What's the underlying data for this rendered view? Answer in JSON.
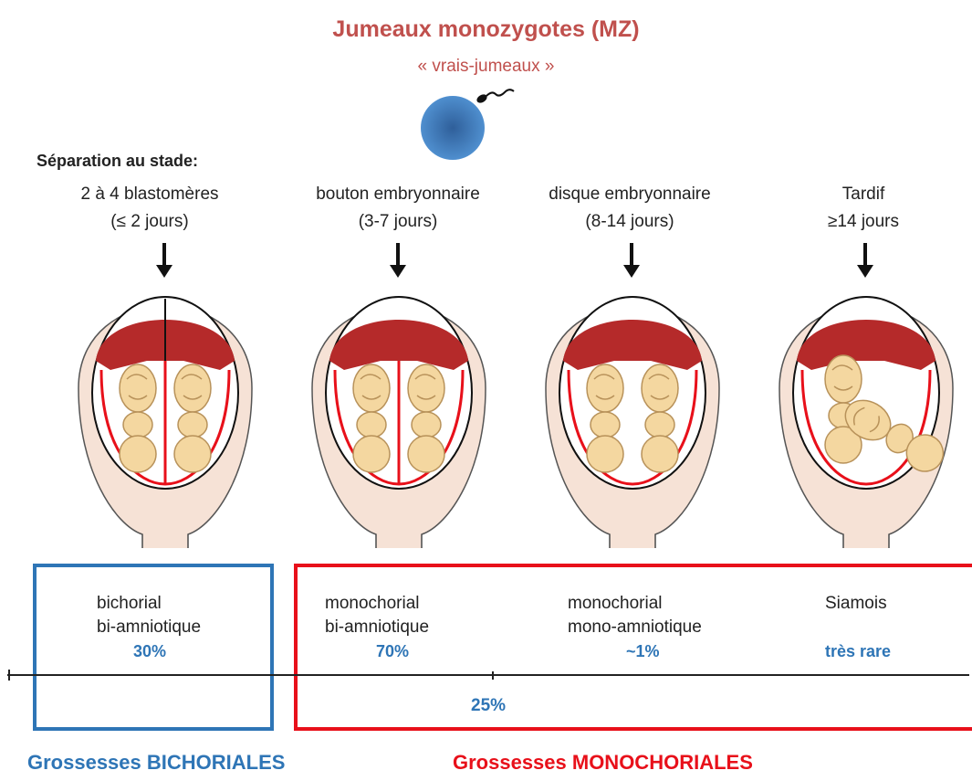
{
  "header": {
    "title": "Jumeaux monozygotes (MZ)",
    "subtitle": "« vrais-jumeaux »",
    "separation_label": "Séparation au stade:"
  },
  "stages": [
    {
      "line1": "2 à 4 blastomères",
      "line2": "(≤ 2 jours)"
    },
    {
      "line1": "bouton embryonnaire",
      "line2": "(3-7 jours)"
    },
    {
      "line1": "disque embryonnaire",
      "line2": "(8-14 jours)"
    },
    {
      "line1": "Tardif",
      "line2": "≥14 jours"
    }
  ],
  "categories": [
    {
      "line1": "bichorial",
      "line2": "bi-amniotique",
      "pct": "30%"
    },
    {
      "line1": "monochorial",
      "line2": "bi-amniotique",
      "pct": "70%"
    },
    {
      "line1": "monochorial",
      "line2": "mono-amniotique",
      "pct": "~1%"
    },
    {
      "line1": "Siamois",
      "line2": "",
      "pct": "très rare"
    }
  ],
  "timeline_pct": "25%",
  "footer": {
    "bichorial": "Grossesses BICHORIALES",
    "monochorial": "Grossesses MONOCHORIALES"
  },
  "colors": {
    "title": "#c0504d",
    "blue": "#2e75b6",
    "red": "#e8101a",
    "placenta": "#b52a2a",
    "fetus": "#f4d7a0",
    "uterus": "#f6e2d6"
  }
}
